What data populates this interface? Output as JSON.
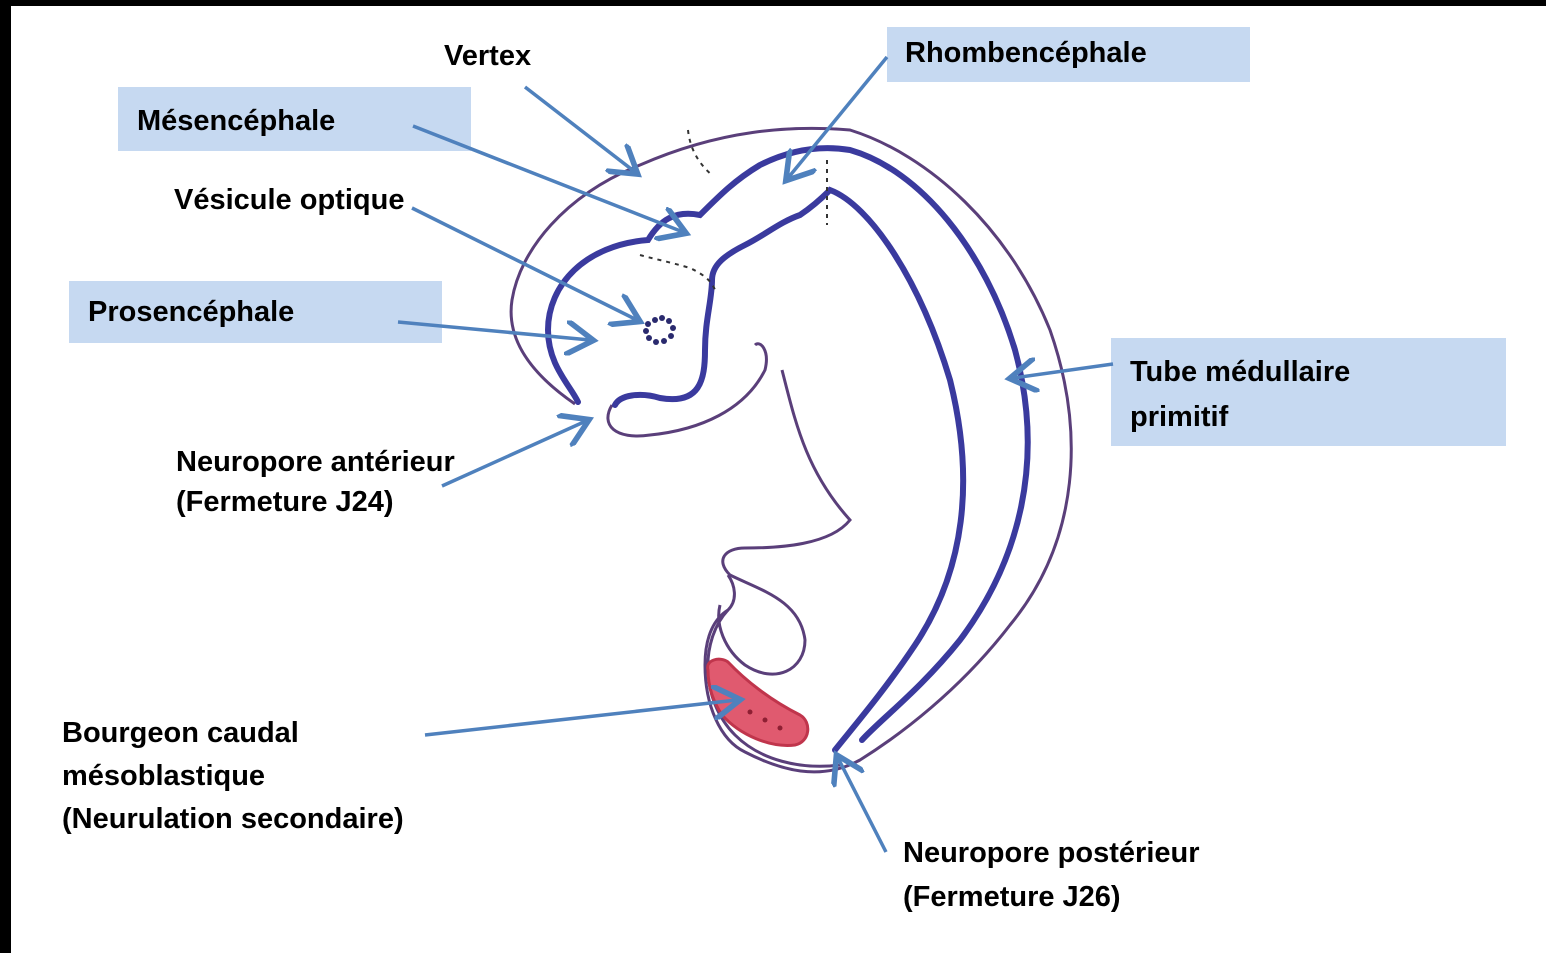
{
  "labels": {
    "vertex": "Vertex",
    "rhombencephale": "Rhombencéphale",
    "mesencephale": "Mésencéphale",
    "vesicule_optique": "Vésicule optique",
    "prosencephale": "Prosencéphale",
    "neuropore_anterieur_1": "Neuropore antérieur",
    "neuropore_anterieur_2": "(Fermeture J24)",
    "tube_medullaire_1": "Tube médullaire",
    "tube_medullaire_2": "primitif",
    "bourgeon_1": "Bourgeon caudal",
    "bourgeon_2": "mésoblastique",
    "bourgeon_3": "(Neurulation secondaire)",
    "neuropore_posterieur_1": "Neuropore postérieur",
    "neuropore_posterieur_2": "(Fermeture J26)"
  },
  "colors": {
    "label_box": "#c6d9f1",
    "arrow": "#4f81bd",
    "neural_tube": "#3a3a9e",
    "outline": "#5a3f7a",
    "caudal_bud": "#d8425c"
  }
}
